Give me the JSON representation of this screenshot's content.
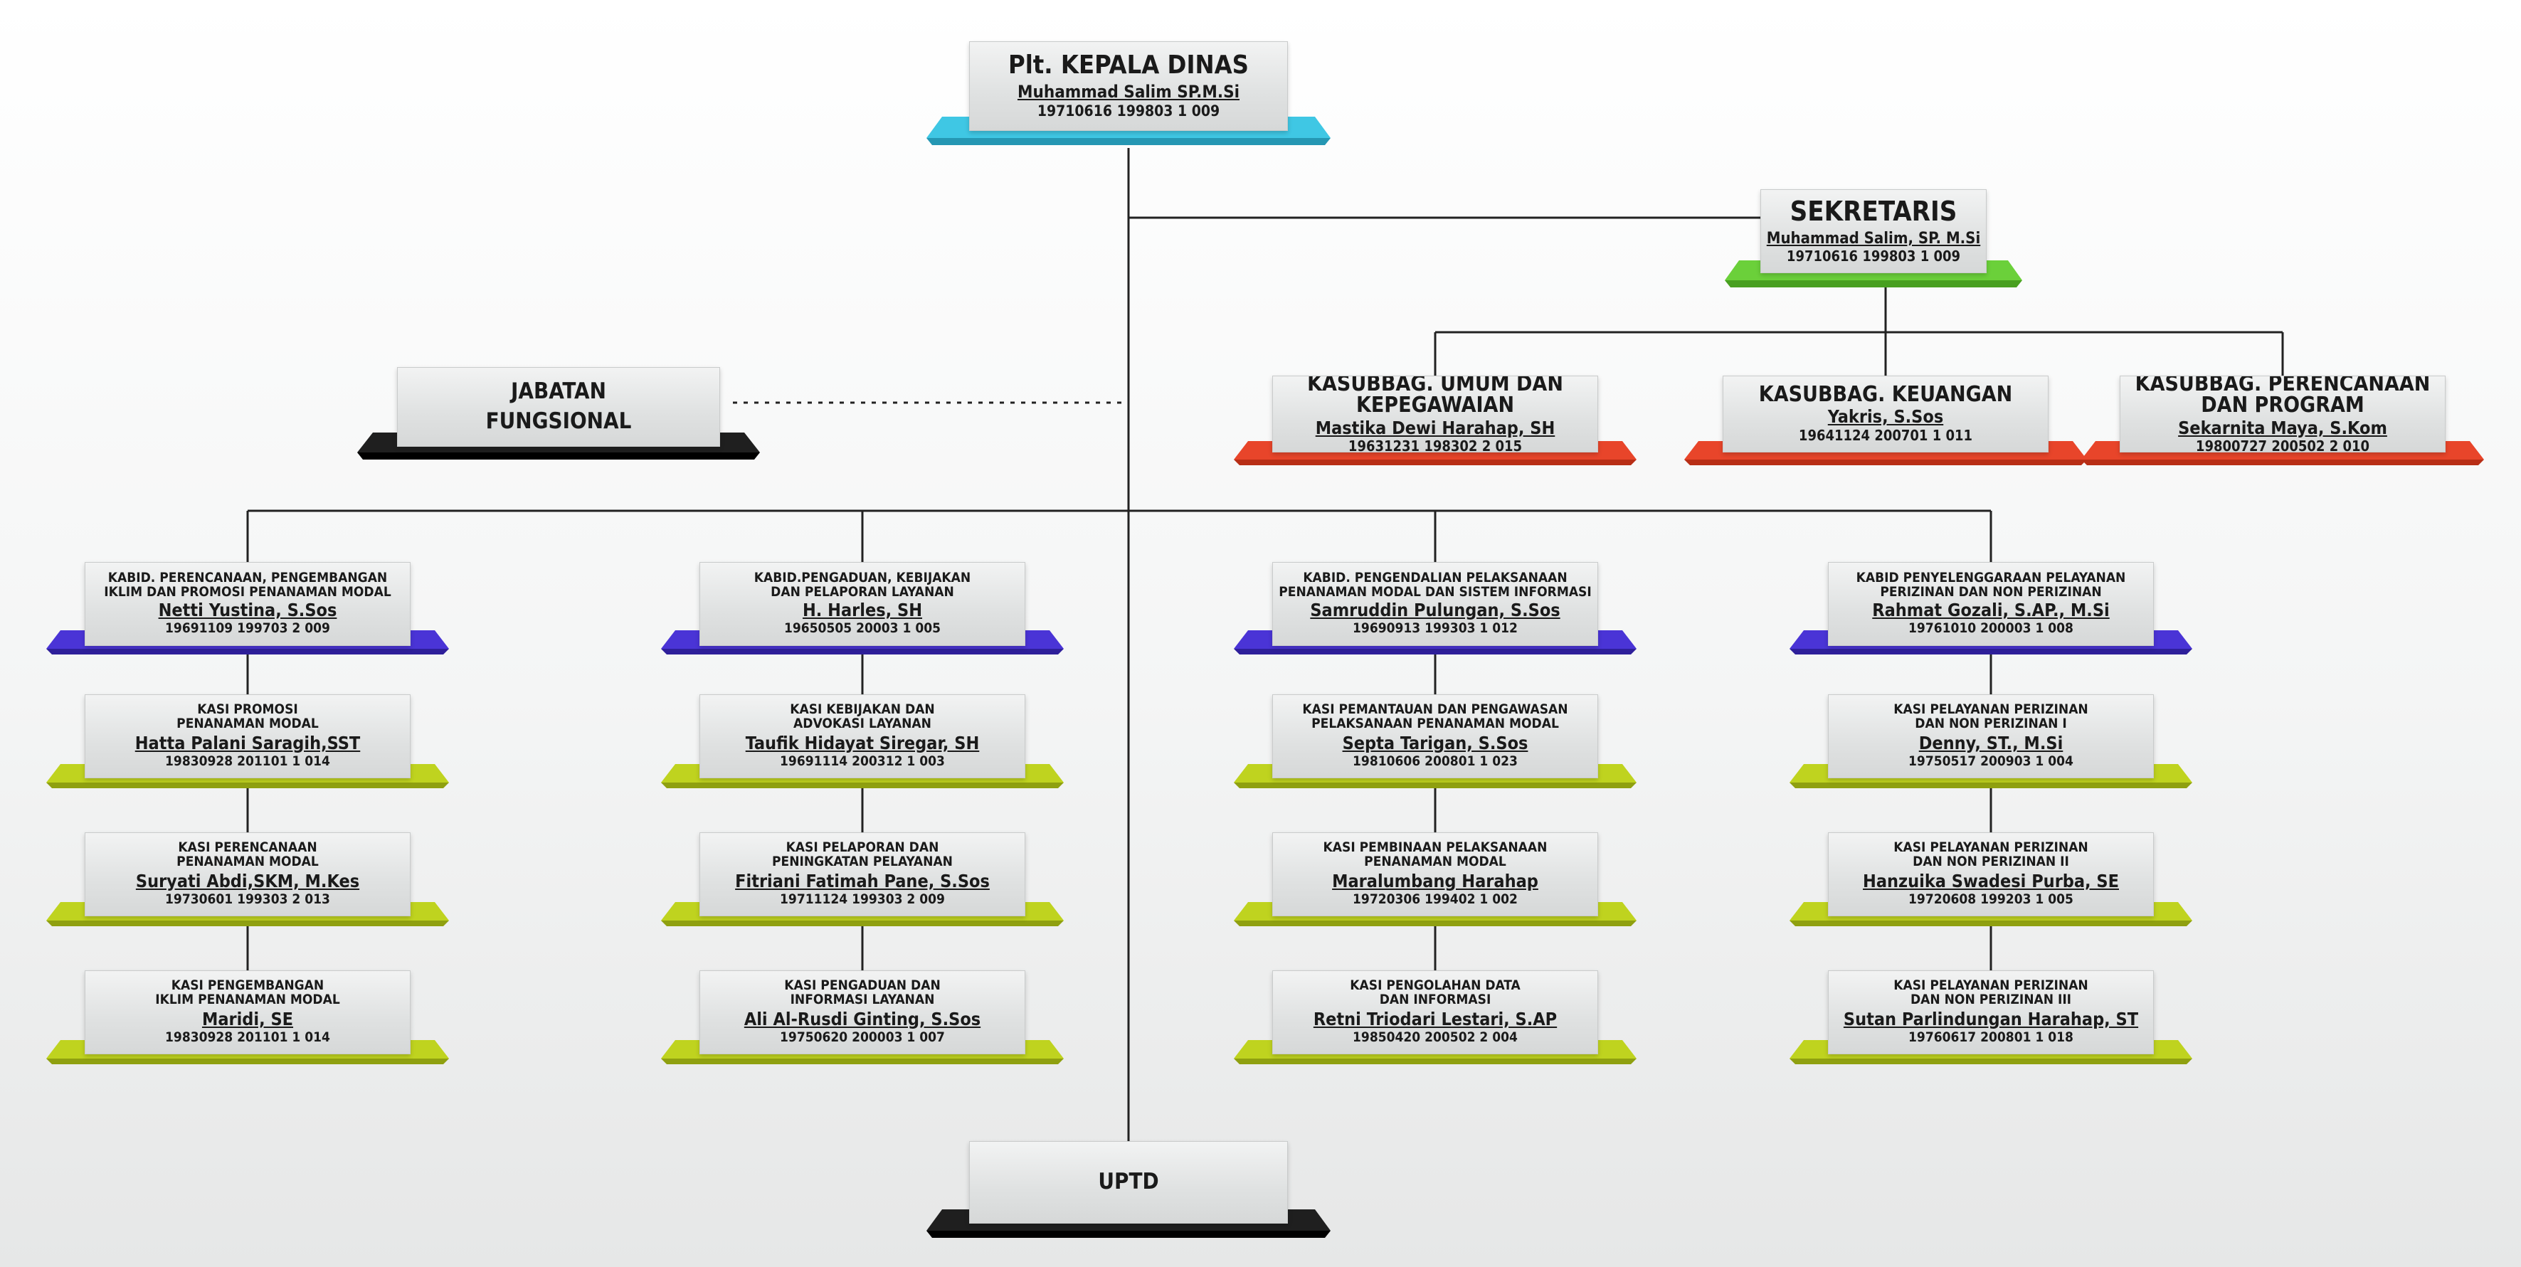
{
  "colors": {
    "cyan": "#3fc7e4",
    "green": "#6bd03a",
    "red": "#e8452a",
    "black": "#1f1f1f",
    "purple": "#4a34d6",
    "yellow_green": "#bfd31f",
    "line": "#222222"
  },
  "kepala": {
    "title": "Plt. KEPALA DINAS",
    "name": "Muhammad Salim SP.M.Si",
    "nip": "19710616 199803 1 009"
  },
  "sekretaris": {
    "title": "SEKRETARIS",
    "name": "Muhammad Salim, SP. M.Si",
    "nip": "19710616 199803 1 009"
  },
  "jabatan_fungsional": {
    "title": "JABATAN\nFUNGSIONAL"
  },
  "kasubbag": [
    {
      "title": "KASUBBAG. UMUM DAN\nKEPEGAWAIAN",
      "name": "Mastika Dewi Harahap, SH",
      "nip": "19631231 198302 2 015"
    },
    {
      "title": "KASUBBAG. KEUANGAN",
      "name": "Yakris, S.Sos",
      "nip": "19641124 200701 1 011"
    },
    {
      "title": "KASUBBAG. PERENCANAAN\nDAN PROGRAM",
      "name": "Sekarnita Maya, S.Kom",
      "nip": "19800727 200502 2 010"
    }
  ],
  "bidang": [
    {
      "title": "KABID. PERENCANAAN, PENGEMBANGAN\nIKLIM DAN PROMOSI PENANAMAN MODAL",
      "name": "Netti Yustina, S.Sos",
      "nip": "19691109 199703 2 009",
      "seksi": [
        {
          "title": "KASI PROMOSI\nPENANAMAN MODAL",
          "name": "Hatta Palani Saragih,SST",
          "nip": "19830928 201101 1 014"
        },
        {
          "title": "KASI PERENCANAAN\nPENANAMAN MODAL",
          "name": "Suryati Abdi,SKM, M.Kes",
          "nip": "19730601 199303 2 013"
        },
        {
          "title": "KASI PENGEMBANGAN\nIKLIM PENANAMAN MODAL",
          "name": "Maridi, SE",
          "nip": "19830928 201101 1 014"
        }
      ]
    },
    {
      "title": "KABID.PENGADUAN, KEBIJAKAN\nDAN PELAPORAN LAYANAN",
      "name": "H. Harles, SH",
      "nip": "19650505 20003 1 005",
      "seksi": [
        {
          "title": "KASI KEBIJAKAN DAN\nADVOKASI LAYANAN",
          "name": "Taufik Hidayat Siregar, SH",
          "nip": "19691114 200312 1 003"
        },
        {
          "title": "KASI PELAPORAN DAN\nPENINGKATAN PELAYANAN",
          "name": "Fitriani Fatimah Pane, S.Sos",
          "nip": "19711124 199303 2 009"
        },
        {
          "title": "KASI PENGADUAN DAN\nINFORMASI LAYANAN",
          "name": "Ali Al-Rusdi Ginting, S.Sos",
          "nip": "19750620 200003 1 007"
        }
      ]
    },
    {
      "title": "KABID. PENGENDALIAN PELAKSANAAN\nPENANAMAN MODAL DAN SISTEM INFORMASI",
      "name": "Samruddin Pulungan, S.Sos",
      "nip": "19690913 199303 1 012",
      "seksi": [
        {
          "title": "KASI PEMANTAUAN DAN PENGAWASAN\nPELAKSANAAN PENANAMAN MODAL",
          "name": "Septa Tarigan, S.Sos",
          "nip": "19810606 200801 1 023"
        },
        {
          "title": "KASI PEMBINAAN PELAKSANAAN\nPENANAMAN MODAL",
          "name": "Maralumbang Harahap",
          "nip": "19720306 199402 1 002"
        },
        {
          "title": "KASI PENGOLAHAN DATA\nDAN INFORMASI",
          "name": "Retni Triodari Lestari, S.AP",
          "nip": "19850420 200502 2 004"
        }
      ]
    },
    {
      "title": "KABID PENYELENGGARAAN PELAYANAN\nPERIZINAN DAN NON PERIZINAN",
      "name": "Rahmat Gozali, S.AP., M.Si",
      "nip": "19761010 200003 1 008",
      "seksi": [
        {
          "title": "KASI PELAYANAN PERIZINAN\nDAN NON PERIZINAN I",
          "name": "Denny, ST., M.Si",
          "nip": "19750517 200903 1 004"
        },
        {
          "title": "KASI PELAYANAN PERIZINAN\nDAN NON PERIZINAN II",
          "name": "Hanzuika Swadesi Purba, SE",
          "nip": "19720608 199203 1 005"
        },
        {
          "title": "KASI PELAYANAN PERIZINAN\nDAN NON PERIZINAN III",
          "name": "Sutan Parlindungan Harahap, ST",
          "nip": "19760617 200801 1 018"
        }
      ]
    }
  ],
  "uptd": {
    "title": "UPTD"
  }
}
